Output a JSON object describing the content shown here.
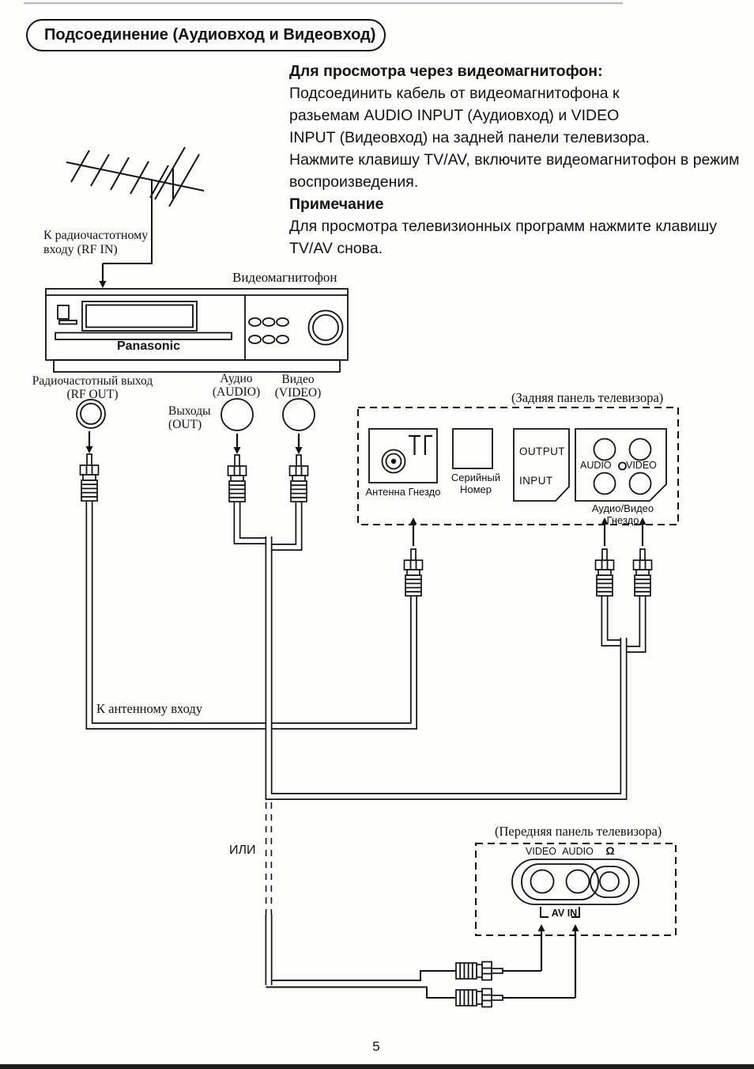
{
  "page": {
    "number": "5"
  },
  "title": "Подсоединение (Аудиовход и Видеовход)",
  "instructions": {
    "heading": "Для просмотра через видеомагнитофон:",
    "body_lines": [
      "Подсоединить кабель от видеомагнитофона к",
      "разьемам AUDIO INPUT (Аудиовход) и VIDEO",
      "INPUT (Видеовход) на задней панели телевизора.",
      "Нажмите клавишу TV/AV, включите видеомагнитофон в режим",
      "воспроизведения."
    ],
    "note_heading": "Примечание",
    "note_lines": [
      "Для просмотра телевизионных программ нажмите клавишу",
      "TV/AV снова."
    ]
  },
  "diagram": {
    "rf_in_label_lines": [
      "К радиочастотному",
      "входу (RF IN)"
    ],
    "vcr": {
      "label": "Видеомагнитофон",
      "brand": "Panasonic"
    },
    "outputs": {
      "rf_label_lines": [
        "Радиочастотный выход",
        "(RF OUT)"
      ],
      "out_label_lines": [
        "Выходы",
        "(OUT)"
      ],
      "audio_label_lines": [
        "Аудио",
        "(AUDIO)"
      ],
      "video_label_lines": [
        "Видео",
        "(VIDEO)"
      ]
    },
    "rear_panel": {
      "caption": "(Задняя панель телевизора)",
      "antenna_jack_label": "Антенна Гнездо",
      "serial_label": "Серийный Номер",
      "output_label": "OUTPUT",
      "input_label": "INPUT",
      "audio_label": "AUDIO",
      "video_label": "VIDEO",
      "av_jack_label": "Аудио/Видео Гнездо"
    },
    "antenna_input_label": "К антенному входу",
    "or_label": "ИЛИ",
    "front_panel": {
      "caption": "(Передняя панель телевизора)",
      "video_label": "VIDEO",
      "audio_label": "AUDIO",
      "headphone_label": "Ω",
      "av_in_label": "AV IN"
    }
  }
}
